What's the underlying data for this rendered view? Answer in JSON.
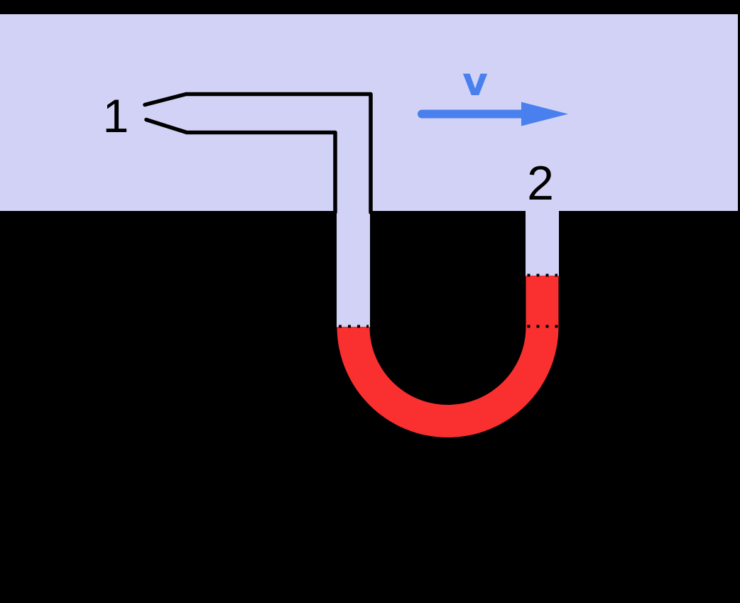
{
  "diagram": {
    "labels": {
      "station_1": "1",
      "station_2": "2",
      "velocity": "v"
    },
    "colors": {
      "background": "#000000",
      "flow_fluid": "#d2d2f7",
      "manometer_fluid": "#fa2f2f",
      "velocity_arrow": "#4a80ee",
      "tube_outline": "#000000"
    }
  }
}
